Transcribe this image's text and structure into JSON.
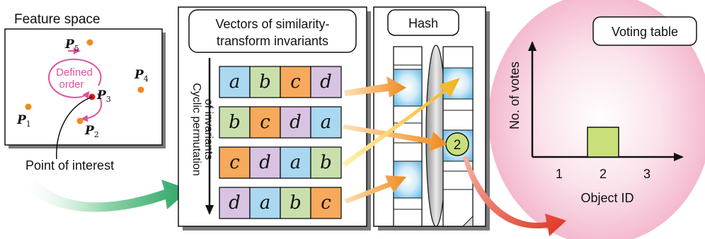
{
  "feature_space": {
    "title": "Feature space",
    "points": [
      {
        "name": "P",
        "sub": "5"
      },
      {
        "name": "P",
        "sub": "4"
      },
      {
        "name": "P",
        "sub": "3"
      },
      {
        "name": "P",
        "sub": "1"
      },
      {
        "name": "P",
        "sub": "2"
      }
    ],
    "defined_order_line1": "Defined",
    "defined_order_line2": "order",
    "point_of_interest": "Point of interest"
  },
  "vectors_panel": {
    "title_line1": "Vectors of similarity-",
    "title_line2": "transform invariants",
    "axis_line1": "Cyclic permutation",
    "axis_line2": "of invariants",
    "rows": [
      [
        "a",
        "b",
        "c",
        "d"
      ],
      [
        "b",
        "c",
        "d",
        "a"
      ],
      [
        "c",
        "d",
        "a",
        "b"
      ],
      [
        "d",
        "a",
        "b",
        "c"
      ]
    ],
    "cell_colors": {
      "a": "#a9d8f0",
      "b": "#c9e0ad",
      "c": "#f7a95c",
      "d": "#d8c3e3"
    }
  },
  "hash_panel": {
    "title": "Hash",
    "bin_value": "2"
  },
  "voting": {
    "title": "Voting table",
    "y_label": "No. of votes",
    "x_label": "Object ID"
  },
  "chart_data": {
    "type": "bar",
    "title": "Voting table",
    "xlabel": "Object ID",
    "ylabel": "No. of votes",
    "categories": [
      "1",
      "2",
      "3"
    ],
    "values": [
      0,
      1,
      0
    ]
  }
}
